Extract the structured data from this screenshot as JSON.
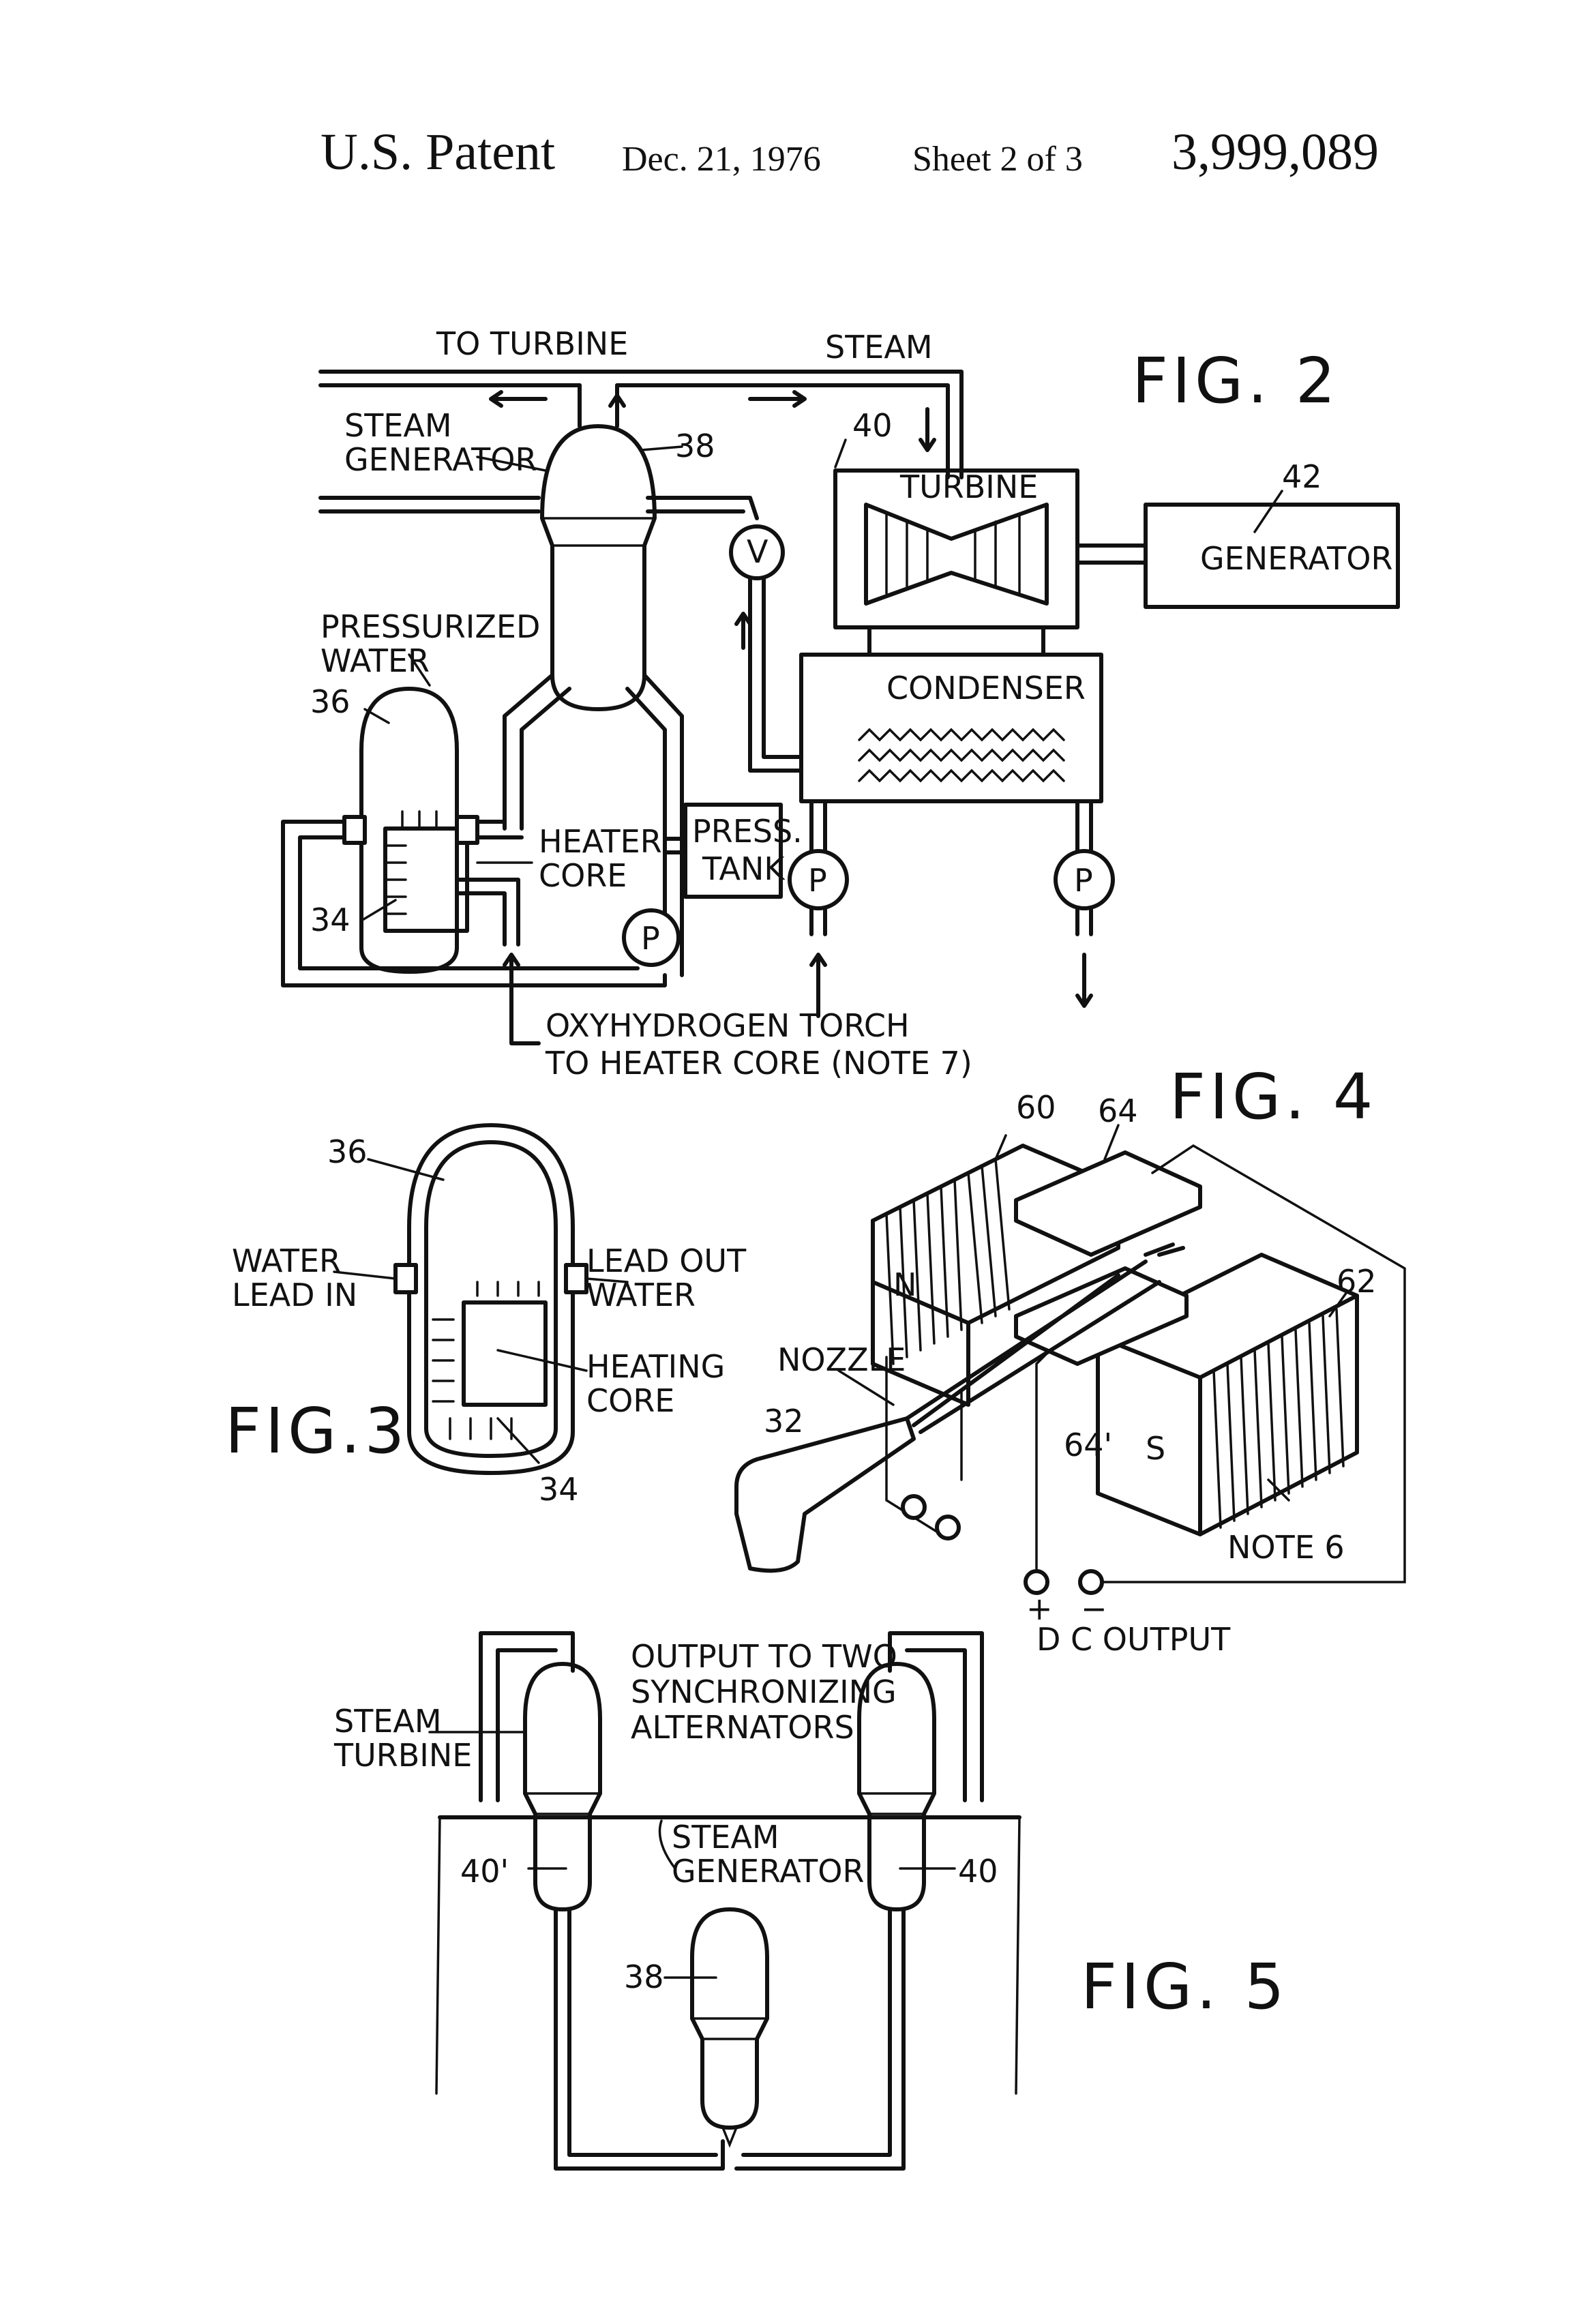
{
  "header": {
    "title": "U.S. Patent",
    "date": "Dec. 21, 1976",
    "sheet": "Sheet 2 of 3",
    "number": "3,999,089"
  },
  "fig2": {
    "fig_label": "FIG. 2",
    "to_turbine": "TO TURBINE",
    "steam": "STEAM",
    "steam_generator_1": "STEAM",
    "steam_generator_2": "GENERATOR",
    "ref_38": "38",
    "ref_40": "40",
    "ref_42": "42",
    "turbine": "TURBINE",
    "generator": "GENERATOR",
    "valve": "V",
    "pressurized_1": "PRESSURIZED",
    "pressurized_2": "WATER",
    "ref_36": "36",
    "condenser": "CONDENSER",
    "heater_core_1": "HEATER",
    "heater_core_2": "CORE",
    "press_tank_1": "PRESS.",
    "press_tank_2": "TANK",
    "ref_34": "34",
    "pump": "P",
    "note_1": "OXYHYDROGEN TORCH",
    "note_2": "TO HEATER CORE (NOTE 7)"
  },
  "fig3": {
    "fig_label": "FIG.3",
    "ref_36": "36",
    "water_lead_in_1": "WATER",
    "water_lead_in_2": "LEAD  IN",
    "lead_out_water_1": "LEAD OUT",
    "lead_out_water_2": "WATER",
    "heating_core_1": "HEATING",
    "heating_core_2": "CORE",
    "ref_34": "34"
  },
  "fig4": {
    "fig_label": "FIG. 4",
    "ref_60": "60",
    "ref_64": "64",
    "ref_62": "62",
    "ref_64p": "64'",
    "ref_32": "32",
    "nozzle": "NOZZLE",
    "pole_n": "N",
    "pole_s": "S",
    "note_6": "NOTE 6",
    "plus": "+",
    "minus": "−",
    "dc_output": "D C OUTPUT"
  },
  "fig5": {
    "fig_label": "FIG. 5",
    "output_1": "OUTPUT TO TWO",
    "output_2": "SYNCHRONIZING",
    "output_3": "ALTERNATORS",
    "steam_turbine_1": "STEAM",
    "steam_turbine_2": "TURBINE",
    "steam_generator_1": "STEAM",
    "steam_generator_2": "GENERATOR",
    "ref_40p": "40'",
    "ref_40": "40",
    "ref_38": "38"
  }
}
